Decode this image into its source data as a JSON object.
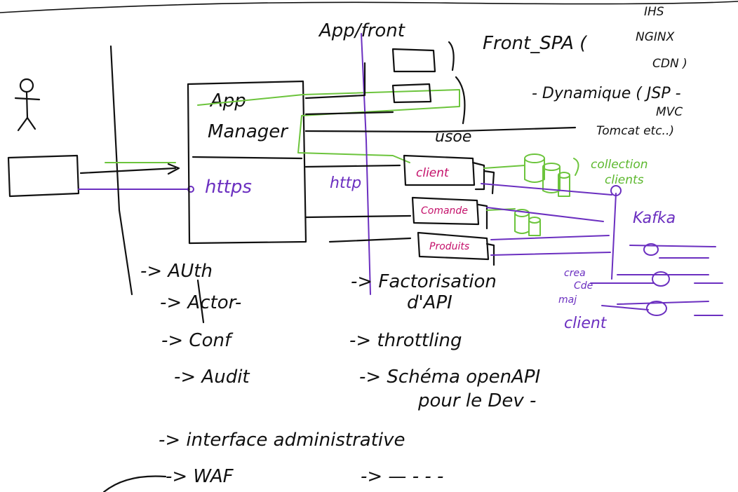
{
  "colors": {
    "ink": "#111111",
    "green": "#6cc43c",
    "purple": "#6b2fc0",
    "magenta": "#c4106a"
  },
  "labels": {
    "app_front": "App/front",
    "front_spa": "Front_SPA (",
    "ihs": "IHS",
    "nginx": "NGINX",
    "cdn": "CDN )",
    "dynamique": "- Dynamique ( JSP -",
    "mvc": "MVC",
    "tomcat": "Tomcat etc..)",
    "app": "App",
    "manager": "Manager",
    "https": "https",
    "http": "http",
    "usoe": "usoe",
    "client": "client",
    "commande": "Comande",
    "produits": "Produits",
    "collection_line1": "collection",
    "collection_line2": "clients",
    "kafka": "Kafka",
    "crea": "crea",
    "cde": "Cde",
    "maj": "maj",
    "client_handle": "client"
  },
  "features_left": [
    "-> AUth",
    "-> Actor-",
    "-> Conf",
    "-> Audit"
  ],
  "features_right": [
    "-> Factorisation",
    "d'API",
    "-> throttling",
    "-> Schéma openAPI",
    "pour le Dev -"
  ],
  "features_bottom": [
    "-> interface administrative",
    "-> WAF",
    "-> — - - -"
  ]
}
